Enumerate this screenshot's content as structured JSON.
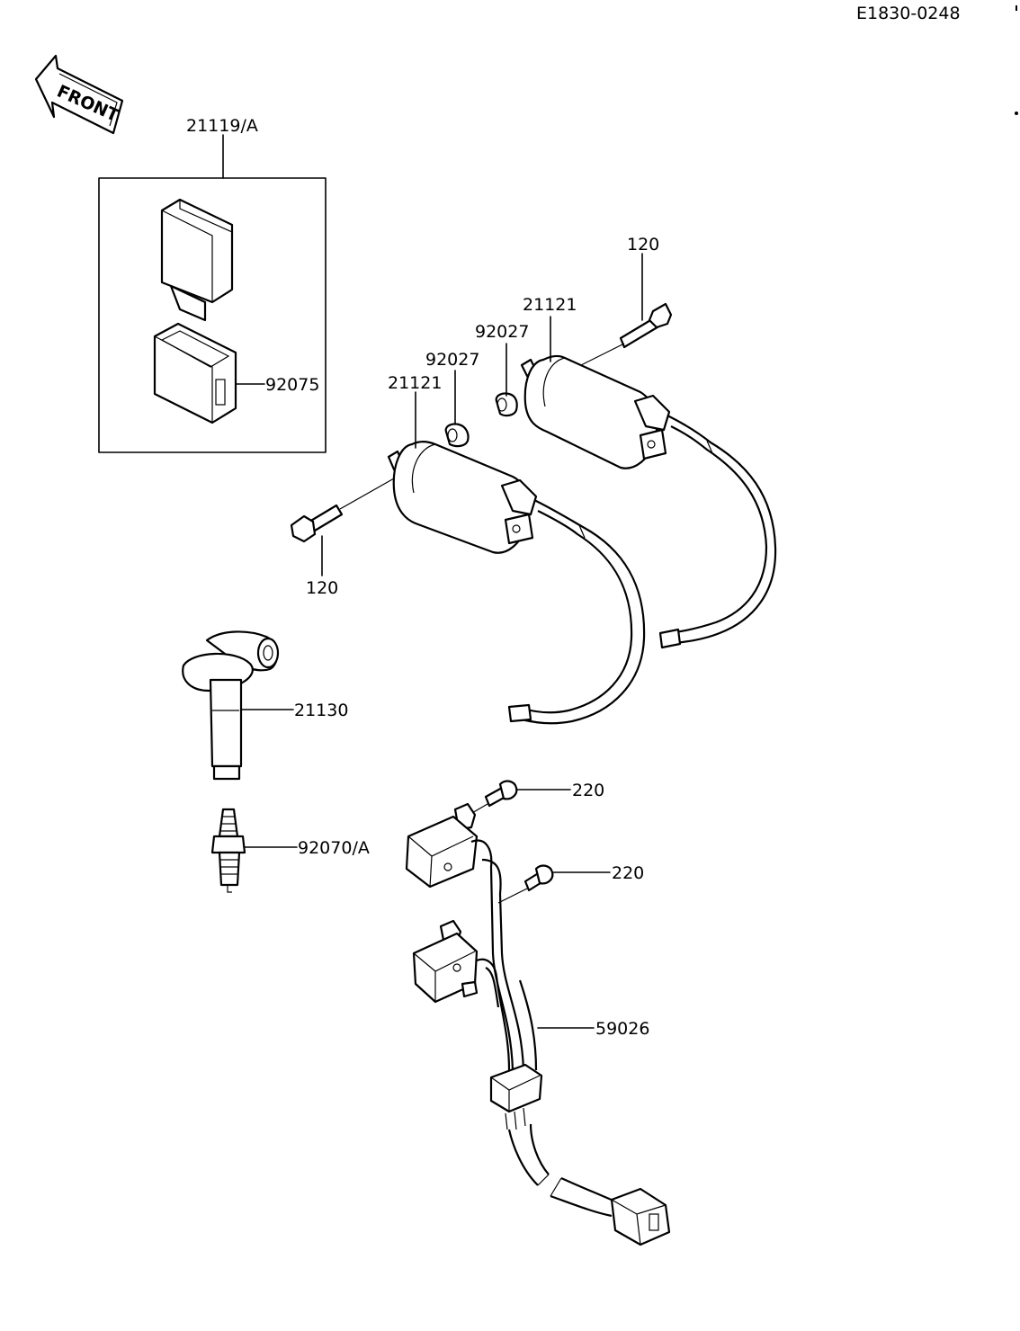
{
  "diagram_id": "E1830-0248",
  "front_label": "FRONT",
  "labels": {
    "igniter_assy": "21119/A",
    "igniter_cover": "92075",
    "coil_left": "21121",
    "coil_right": "21121",
    "collar_left": "92027",
    "collar_right": "92027",
    "bolt_upper": "120",
    "bolt_lower": "120",
    "plug_cap": "21130",
    "spark_plug": "92070/A",
    "screw_upper": "220",
    "screw_lower": "220",
    "pickup_coil": "59026"
  }
}
